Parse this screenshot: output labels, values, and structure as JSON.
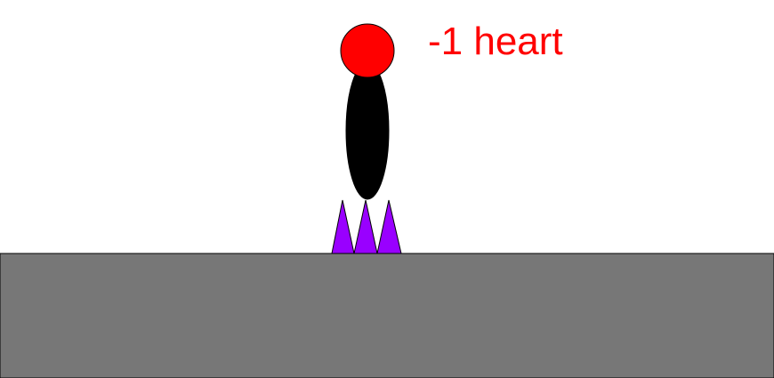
{
  "hud": {
    "damage_message": "-1 heart"
  },
  "colors": {
    "background": "#ffffff",
    "ground": "#777777",
    "spike": "#9900ff",
    "player_body": "#000000",
    "player_head": "#ff0000",
    "damage_text": "#ff0000"
  },
  "entities": {
    "player": {
      "name": "player",
      "state": "hit"
    },
    "spikes": {
      "name": "spike-trap",
      "count": 3
    }
  }
}
